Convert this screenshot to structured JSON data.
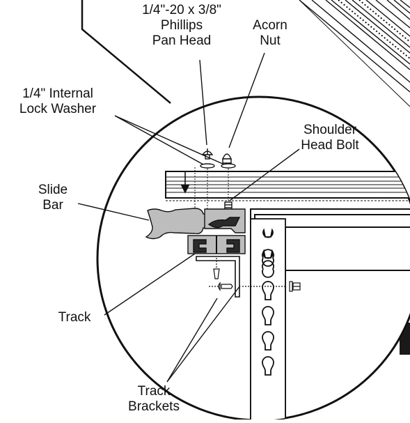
{
  "colors": {
    "ink": "#111111",
    "part_gray": "#bdbdbd",
    "part_dark": "#2a2a2a",
    "tab": "#1a1a1a"
  },
  "labels": {
    "screw": {
      "line1": "1/4\"-20 x 3/8\"",
      "line2": "Phillips",
      "line3": "Pan Head"
    },
    "acorn_nut": {
      "line1": "Acorn",
      "line2": "Nut"
    },
    "lock_washer": {
      "line1": "1/4\" Internal",
      "line2": "Lock Washer"
    },
    "shoulder_bolt": {
      "line1": "Shoulder",
      "line2": "Head Bolt"
    },
    "slide_bar": {
      "line1": "Slide",
      "line2": "Bar"
    },
    "track": {
      "line1": "Track"
    },
    "track_brackets": {
      "line1": "Track",
      "line2": "Brackets"
    }
  }
}
